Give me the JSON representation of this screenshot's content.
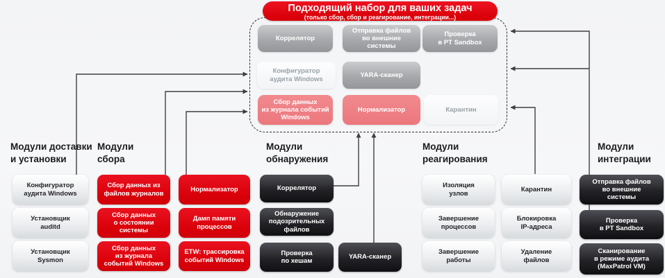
{
  "colors": {
    "accent_red": "#d90009",
    "dark_box": "#232327",
    "gray_box": "#a6a8ab",
    "salmon_box": "#eb777d",
    "light_box": "#eceef0",
    "arrow_line": "#3f3f41"
  },
  "banner": {
    "title": "Подходящий набор для ваших задач",
    "subtitle": "(только сбор, сбор и реагирование, интеграции...)"
  },
  "selected_set": {
    "correlator": "Коррелятор",
    "send_files": "Отправка файлов\nво внешние\nсистемы",
    "pt_sandbox": "Проверка\nв PT Sandbox",
    "audit_configurator": "Конфигуратор\nаудита Windows",
    "yara": "YARA-сканер",
    "windows_eventlog": "Сбор данных\nиз журнала событий\nWindows",
    "normalizer": "Нормализатор",
    "quarantine": "Карантин"
  },
  "groups": {
    "delivery": {
      "title": "Модули доставки\nи установки",
      "boxes": [
        "Конфигуратор\nаудита Windows",
        "Установщик\nauditd",
        "Установщик\nSysmon"
      ]
    },
    "collection": {
      "title": "Модули\nсбора",
      "col1": [
        "Сбор данных из\nфайлов журналов",
        "Сбор данных\nо состоянии\nсистемы",
        "Сбор данных\nиз журнала\nсобытий Windows"
      ],
      "col2": [
        "Нормализатор",
        "Дамп памяти\nпроцессов",
        "ETW: трассировка\nсобытий Windows"
      ]
    },
    "detection": {
      "title": "Модули\nобнаружения",
      "boxes": [
        "Коррелятор",
        "Обнаружение\nподозрительных\nфайлов",
        "Проверка\nпо хешам",
        "YARA-сканер"
      ]
    },
    "response": {
      "title": "Модули\nреагирования",
      "col1": [
        "Изоляция\nузлов",
        "Завершение\nпроцессов",
        "Завершение\nработы"
      ],
      "col2": [
        "Карантин",
        "Блокировка\nIP-адреса",
        "Удаление\nфайлов"
      ]
    },
    "integration": {
      "title": "Модули\nинтеграции",
      "boxes": [
        "Отправка файлов\nво внешние\nсистемы",
        "Проверка\nв PT Sandbox",
        "Сканирование\nв режиме аудита\n(MaxPatrol VM)"
      ]
    }
  }
}
